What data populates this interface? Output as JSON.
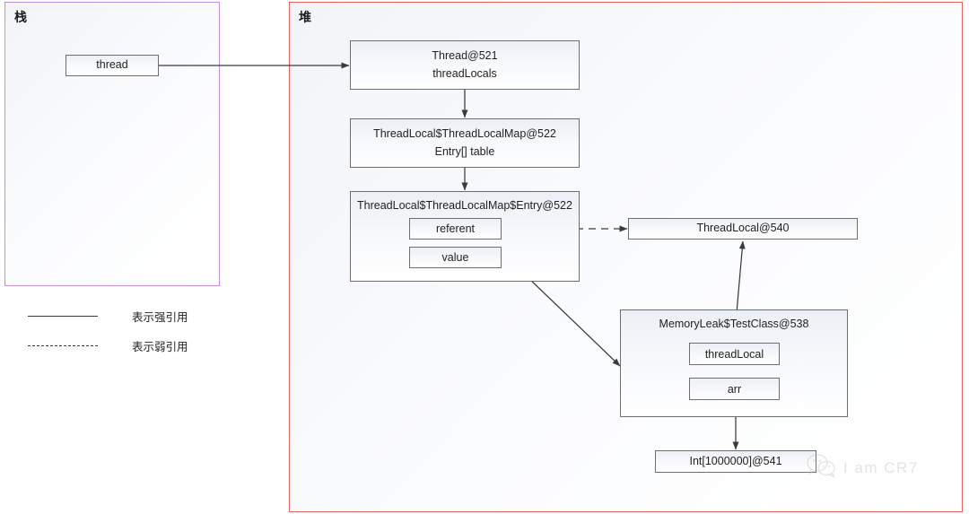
{
  "diagram": {
    "title_stack": "栈",
    "title_heap": "堆",
    "colors": {
      "stack_border": "#c58fe0",
      "heap_border": "#e8615c",
      "node_border": "#6e6e6e",
      "edge": "#3a3a3a",
      "watermark": "#a6a6a6"
    }
  },
  "stack": {
    "label": "栈",
    "nodes": [
      {
        "id": "thread",
        "label": "thread"
      }
    ]
  },
  "heap": {
    "label": "堆",
    "nodes": [
      {
        "id": "thread521",
        "line1": "Thread@521",
        "line2": "threadLocals"
      },
      {
        "id": "map522",
        "line1": "ThreadLocal$ThreadLocalMap@522",
        "line2": "Entry[] table"
      },
      {
        "id": "entry522",
        "title": "ThreadLocal$ThreadLocalMap$Entry@522",
        "fields": [
          {
            "id": "referent",
            "label": "referent"
          },
          {
            "id": "value",
            "label": "value"
          }
        ]
      },
      {
        "id": "threadlocal540",
        "label": "ThreadLocal@540"
      },
      {
        "id": "testclass538",
        "title": "MemoryLeak$TestClass@538",
        "fields": [
          {
            "id": "threadLocal",
            "label": "threadLocal"
          },
          {
            "id": "arr",
            "label": "arr"
          }
        ]
      },
      {
        "id": "int541",
        "label": "Int[1000000]@541"
      }
    ]
  },
  "legend": {
    "items": [
      {
        "style": "solid",
        "label": "表示强引用"
      },
      {
        "style": "dashed",
        "label": "表示弱引用"
      }
    ]
  },
  "watermark": {
    "text": "I am CR7",
    "icon": "wechat-icon"
  }
}
